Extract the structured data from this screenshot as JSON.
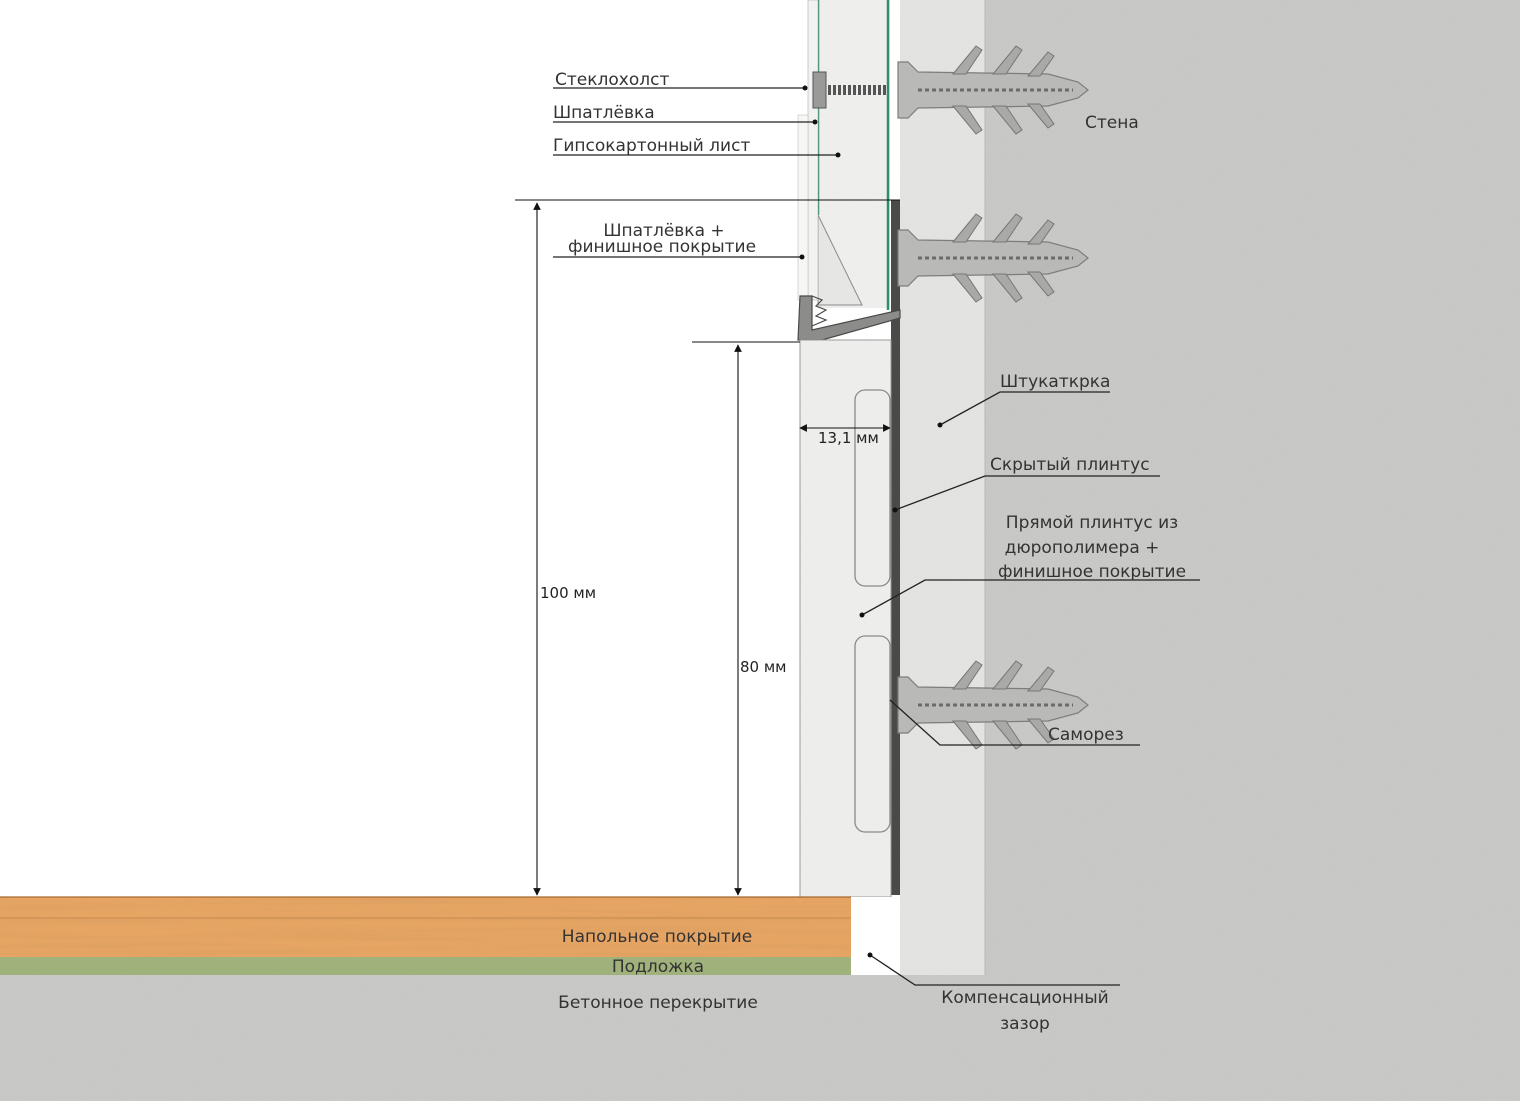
{
  "labels": {
    "steklokholst": "Стеклохолст",
    "shpatlevka": "Шпатлёвка",
    "gkl": "Гипсокартонный лист",
    "shpatlevka_finish_1": "Шпатлёвка +",
    "shpatlevka_finish_2": "финишное покрытие",
    "stena": "Стена",
    "shtukaturka": "Штукаткрка",
    "skrytyi_plintus": "Скрытый плинтус",
    "pryamoi_plintus_1": "Прямой плинтус из",
    "pryamoi_plintus_2": "дюрополимера +",
    "pryamoi_plintus_3": "финишное покрытие",
    "samorez": "Саморез",
    "napolnoe_pokrytie": "Напольное покрытие",
    "podlozhka": "Подложка",
    "betonnoe_perekrytie": "Бетонное перекрытие",
    "kompensatsionnyi_1": "Компенсационный",
    "kompensatsionnyi_2": "зазор"
  },
  "dimensions": {
    "height_total": "100 мм",
    "height_plinth": "80 мм",
    "plinth_thickness": "13,1 мм"
  },
  "colors": {
    "concrete": "#c9c9c7",
    "plaster": "#e4e4e2",
    "plinth": "#eeeeec",
    "wood": "#e7a564",
    "underlay": "#9fb27a",
    "glass_line": "#2f8f6a",
    "dowel": "#b4b4b2"
  }
}
